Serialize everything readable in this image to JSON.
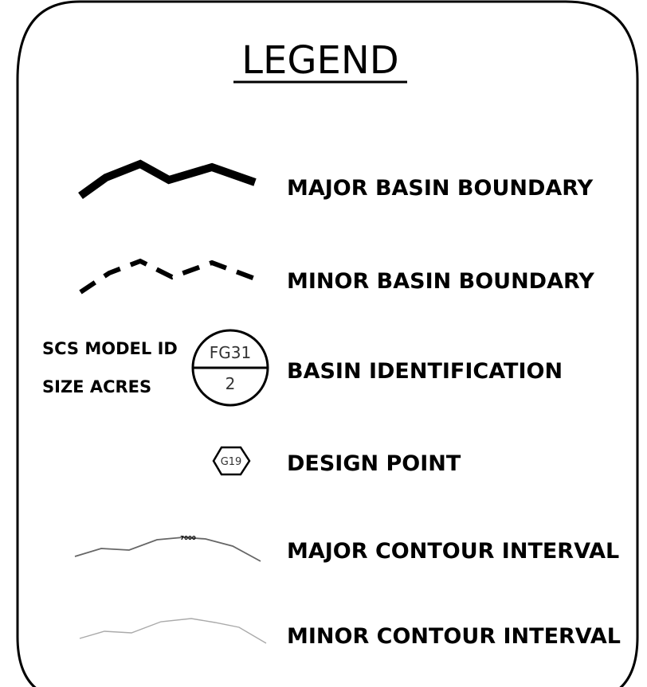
{
  "legend": {
    "title": "LEGEND",
    "items": [
      {
        "label": "MAJOR BASIN BOUNDARY"
      },
      {
        "label": "MINOR BASIN BOUNDARY"
      },
      {
        "label": "BASIN IDENTIFICATION"
      },
      {
        "label": "DESIGN POINT"
      },
      {
        "label": "MAJOR CONTOUR INTERVAL"
      },
      {
        "label": "MINOR CONTOUR INTERVAL"
      }
    ],
    "basin_symbol": {
      "left_label_top": "SCS MODEL ID",
      "left_label_bottom": "SIZE ACRES",
      "id": "FG31",
      "size": "2"
    },
    "design_point_symbol": {
      "id": "G19"
    },
    "contour_elevation": "7000"
  }
}
